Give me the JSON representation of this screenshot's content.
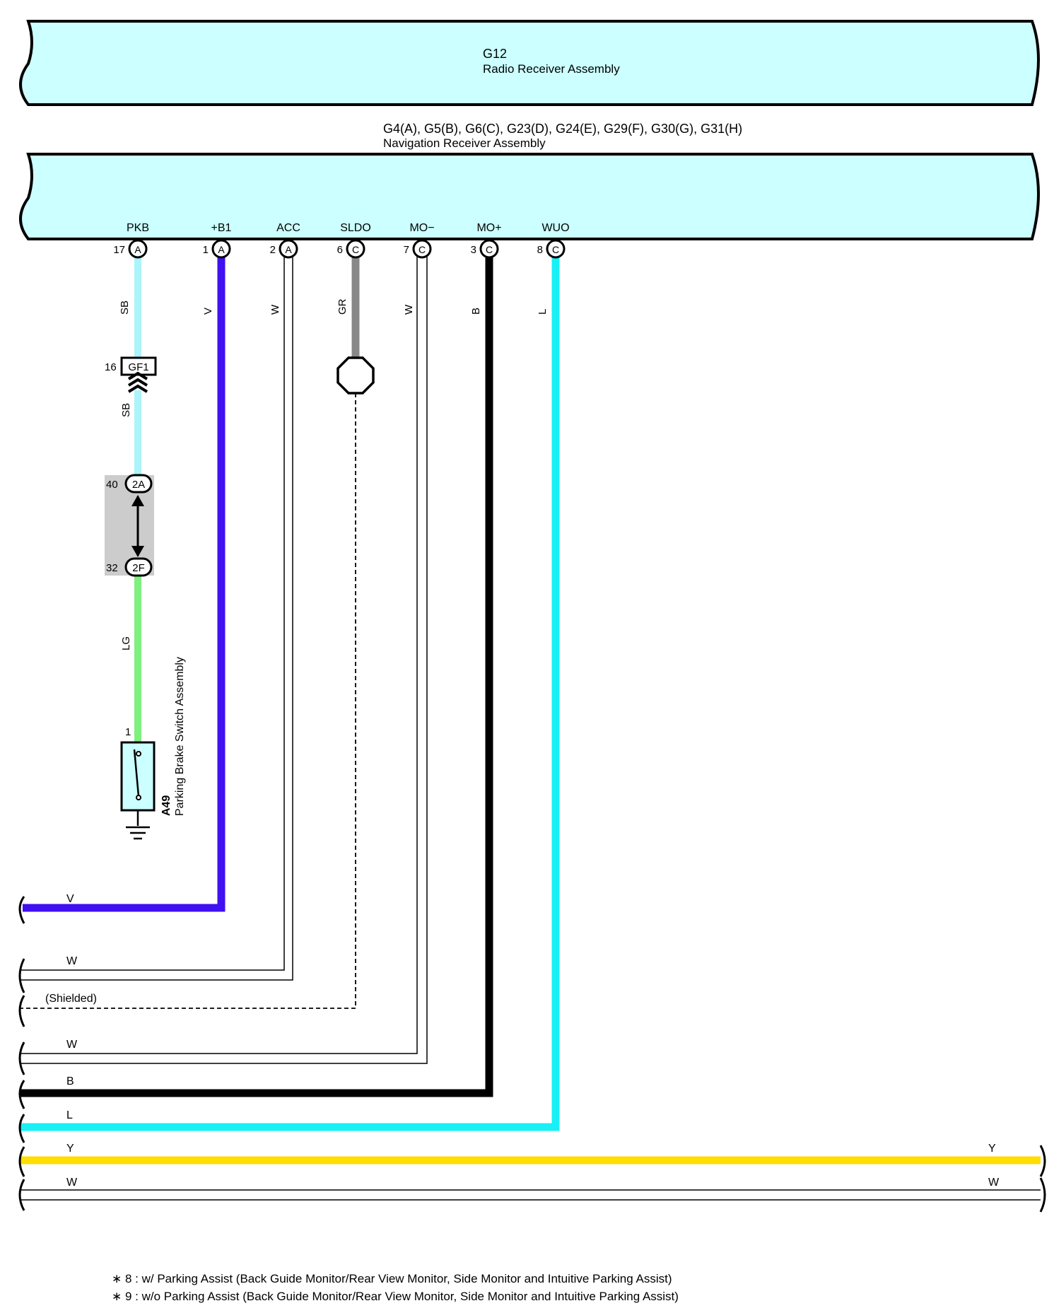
{
  "colors": {
    "module_fill": "#ccffff",
    "SB": "#aaf4fa",
    "V": "#4010f0",
    "W": "#ffffff",
    "GR": "#888888",
    "B": "#000000",
    "L": "#19f0f5",
    "LG": "#7ef07e",
    "Y": "#ffdd00",
    "splice_shade": "#cccccc"
  },
  "g12": {
    "id": "G12",
    "name": "Radio Receiver Assembly"
  },
  "nav": {
    "id": "G4(A), G5(B), G6(C), G23(D), G24(E), G29(F), G30(G), G31(H)",
    "name": "Navigation Receiver Assembly"
  },
  "pins": [
    {
      "name": "PKB",
      "num": "17",
      "conn": "A",
      "color": "SB"
    },
    {
      "name": "+B1",
      "num": "1",
      "conn": "A",
      "color": "V"
    },
    {
      "name": "ACC",
      "num": "2",
      "conn": "A",
      "color": "W"
    },
    {
      "name": "SLDO",
      "num": "6",
      "conn": "C",
      "color": "GR"
    },
    {
      "name": "MO−",
      "num": "7",
      "conn": "C",
      "color": "W"
    },
    {
      "name": "MO+",
      "num": "3",
      "conn": "C",
      "color": "B"
    },
    {
      "name": "WUO",
      "num": "8",
      "conn": "C",
      "color": "L"
    }
  ],
  "gf1": {
    "num": "16",
    "label": "GF1",
    "color_below": "SB"
  },
  "junction": {
    "top": {
      "num": "40",
      "label": "2A"
    },
    "bottom": {
      "num": "32",
      "label": "2F"
    },
    "color_below": "LG"
  },
  "switch": {
    "pin": "1",
    "id": "A49",
    "name": "Parking Brake Switch Assembly"
  },
  "left_labels": {
    "v": "V",
    "w1": "W",
    "shielded": "(Shielded)",
    "w2": "W",
    "b": "B",
    "l": "L",
    "y": "Y",
    "w3": "W"
  },
  "right_labels": {
    "y": "Y",
    "w": "W"
  },
  "footnotes": [
    "∗ 8 : w/ Parking Assist (Back Guide Monitor/Rear View Monitor,  Side Monitor and Intuitive Parking Assist)",
    "∗ 9 : w/o Parking Assist (Back Guide Monitor/Rear View Monitor,  Side Monitor and Intuitive Parking Assist)"
  ]
}
